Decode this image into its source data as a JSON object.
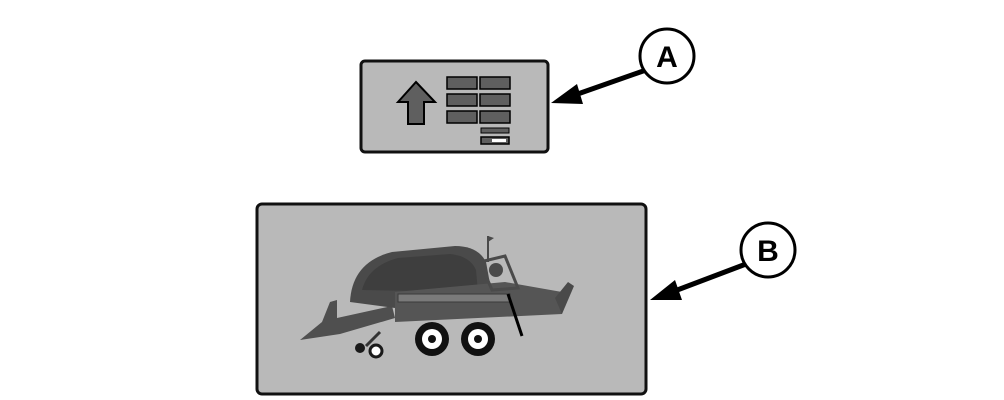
{
  "callouts": [
    {
      "letter": "A",
      "target": "stack-button"
    },
    {
      "letter": "B",
      "target": "baler-button"
    }
  ],
  "icons": {
    "stack_button": "up-arrow-bale-stack-icon",
    "baler_button": "large-square-baler-icon"
  },
  "colors": {
    "panel_fill": "#b9b9b9",
    "panel_border": "#111111",
    "icon_dark": "#5f5f5f",
    "icon_darker": "#3e3e3e",
    "outline": "#000000",
    "background": "#ffffff"
  }
}
